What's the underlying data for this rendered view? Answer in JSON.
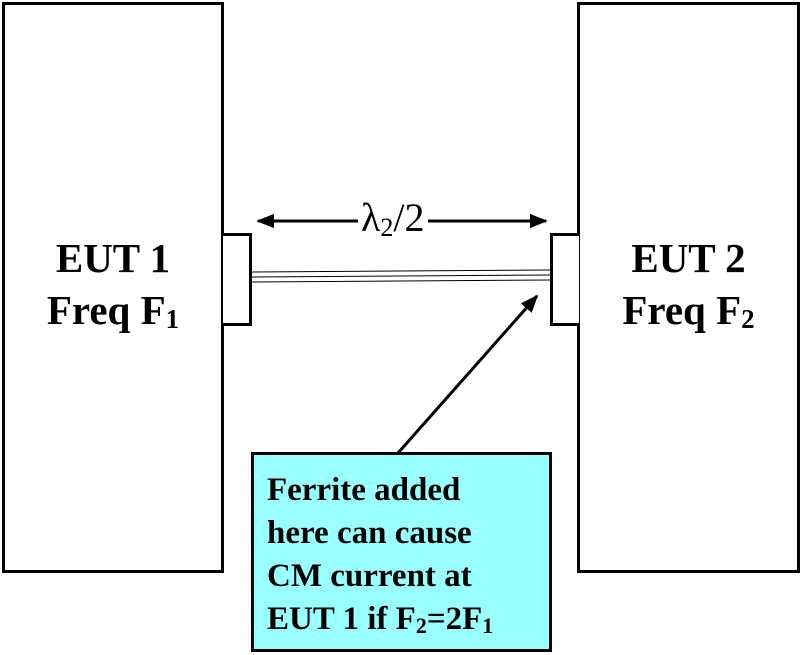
{
  "eut1": {
    "name": "EUT 1",
    "freq_prefix": "Freq F",
    "freq_sub": "1"
  },
  "eut2": {
    "name": "EUT 2",
    "freq_prefix": "Freq F",
    "freq_sub": "2"
  },
  "distance": {
    "symbol": "λ",
    "sub": "2",
    "suffix": "/2"
  },
  "note": {
    "line1": "Ferrite added",
    "line2": "here can cause",
    "line3": "CM current at",
    "line4_a": "EUT 1 if F",
    "line4_sub1": "2",
    "line4_b": "=2F",
    "line4_sub2": "1"
  },
  "colors": {
    "note_fill": "#99ffff",
    "stroke": "#000000",
    "background": "#ffffff"
  }
}
